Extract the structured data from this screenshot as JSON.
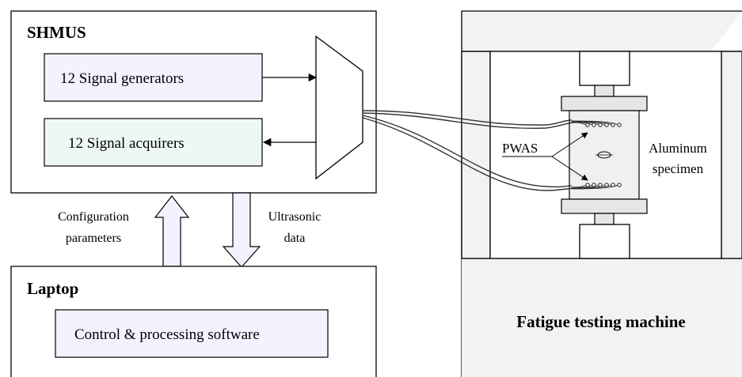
{
  "shmus": {
    "title": "SHMUS",
    "generators_label": "12 Signal generators",
    "acquirers_label": "12 Signal acquirers"
  },
  "links": {
    "config_line1": "Configuration",
    "config_line2": "parameters",
    "ultra_line1": "Ultrasonic",
    "ultra_line2": "data"
  },
  "laptop": {
    "title": "Laptop",
    "software_label": "Control & processing software"
  },
  "machine": {
    "title": "Fatigue testing machine",
    "pwas_label": "PWAS",
    "specimen_line1": "Aluminum",
    "specimen_line2": "specimen"
  },
  "colors": {
    "generator_fill": "#f4f2ff",
    "acquirer_fill": "#eef8f2",
    "software_fill": "#f4f2ff",
    "specimen_fill": "#f0f0f0",
    "grip_fill": "#e6e6e6",
    "arrow_fill": "#f4f2ff",
    "machine_fill": "#f2f2f2",
    "line": "#000000",
    "cable": "#333333"
  }
}
